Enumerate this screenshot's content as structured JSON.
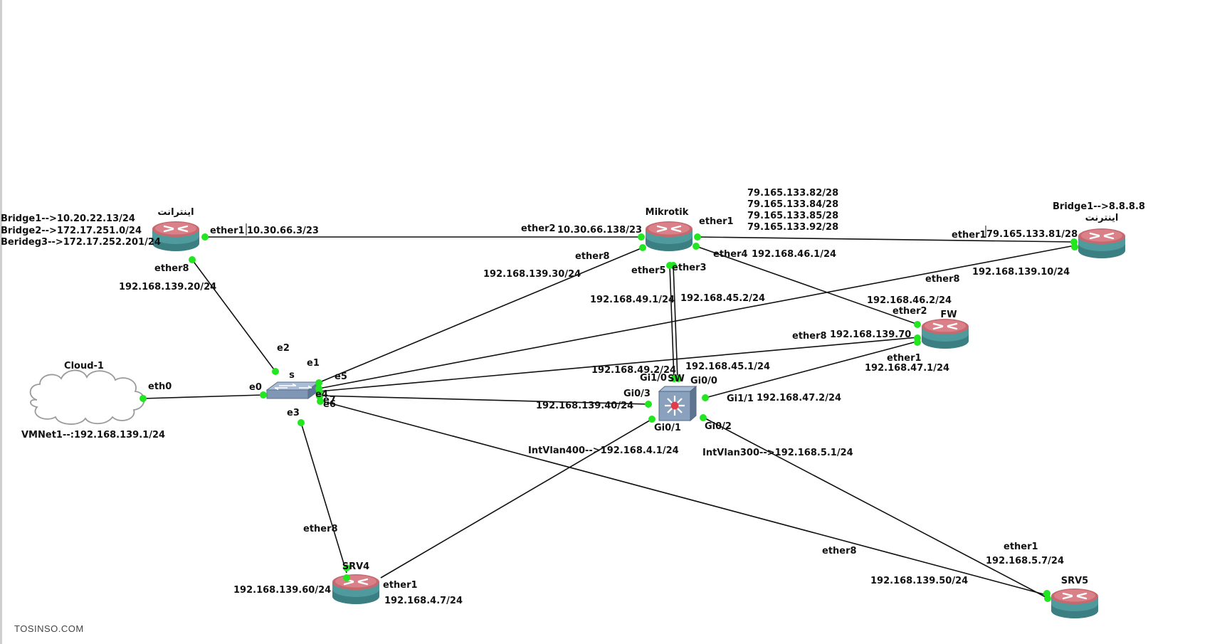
{
  "nodes": {
    "router_tl": {
      "name": "اینترانت",
      "labels": [
        "Bridge1-->10.20.22.13/24",
        "Bridge2-->172.17.251.0/24",
        "Berideg3-->172.17.252.201/24"
      ]
    },
    "mikrotik": {
      "name": "Mikrotik"
    },
    "router_tr": {
      "name": "اینترنت",
      "label": "Bridge1-->8.8.8.8"
    },
    "fw": {
      "name": "FW"
    },
    "cloud": {
      "name": "Cloud-1",
      "label": "VMNet1--:192.168.139.1/24"
    },
    "switch_s": {
      "name": "s"
    },
    "sw": {
      "name": "SW"
    },
    "srv4": {
      "name": "SRV4"
    },
    "srv5": {
      "name": "SRV5"
    }
  },
  "wan_ips": [
    "79.165.133.82/28",
    "79.165.133.84/28",
    "79.165.133.85/28",
    "79.165.133.92/28"
  ],
  "ports": {
    "tl_ether1": "ether1",
    "tl_ether8": "ether8",
    "mk_ether2": "ether2",
    "mk_ether1": "ether1",
    "mk_ether8": "ether8",
    "mk_ether4": "ether4",
    "mk_ether5": "ether5",
    "mk_ether3": "ether3",
    "tr_ether1": "ether1",
    "tr_ether8": "ether8",
    "fw_ether2": "ether2",
    "fw_ether8": "ether8",
    "fw_ether1": "ether1",
    "s_e0": "e0",
    "s_e1": "e1",
    "s_e2": "e2",
    "s_e3": "e3",
    "s_e4": "e4",
    "s_e5": "e5",
    "s_e6": "e6",
    "s_e7": "e7",
    "cloud_eth0": "eth0",
    "sw_gi10": "Gi1/0",
    "sw_gi00": "Gi0/0",
    "sw_gi03": "Gi0/3",
    "sw_gi11": "Gi1/1",
    "sw_gi01": "Gi0/1",
    "sw_gi02": "Gi0/2",
    "srv4_ether8": "ether8",
    "srv4_ether1": "ether1",
    "srv5_ether1": "ether1",
    "srv5_ether8": "ether8"
  },
  "ips": {
    "tl_ether1": "10.30.66.3/23",
    "tl_ether8": "192.168.139.20/24",
    "mk_ether2": "10.30.66.138/23",
    "mk_ether8": "192.168.139.30/24",
    "mk_ether4": "192.168.46.1/24",
    "mk_ether5": "192.168.49.1/24",
    "mk_ether3": "192.168.45.2/24",
    "tr_ether1": "79.165.133.81/28",
    "tr_ether8": "192.168.139.10/24",
    "fw_ether2": "192.168.46.2/24",
    "fw_ether8": "192.168.139.70",
    "fw_ether1": "192.168.47.1/24",
    "sw_gi10": "192.168.49.2/24",
    "sw_gi00": "192.168.45.1/24",
    "sw_gi03": "192.168.139.40/24",
    "sw_gi11": "192.168.47.2/24",
    "sw_vlan400": "IntVlan400-->192.168.4.1/24",
    "sw_vlan300": "IntVlan300-->192.168.5.1/24",
    "srv4_ether8": "192.168.139.60/24",
    "srv4_ether1": "192.168.4.7/24",
    "srv5_ether1": "192.168.5.7/24",
    "srv5_ether8": "192.168.139.50/24"
  },
  "watermark": "TOSINSO.COM",
  "colors": {
    "port": "#22e61f",
    "router_top": "#c7686f",
    "router_body": "#4f9a9c",
    "switch": "#7f97b5"
  }
}
